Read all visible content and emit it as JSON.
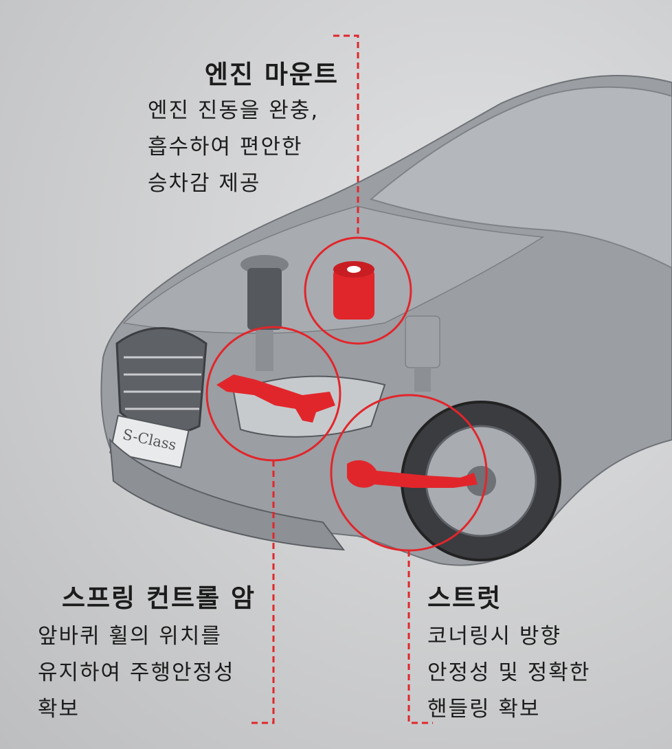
{
  "callouts": {
    "engine_mount": {
      "title": "엔진 마운트",
      "description": "엔진 진동을 완충,\n흡수하여 편안한\n승차감 제공"
    },
    "spring_control_arm": {
      "title": "스프링 컨트롤 암",
      "description": "앞바퀴 휠의 위치를\n유지하여 주행안정성\n확보"
    },
    "strut": {
      "title": "스트럿",
      "description": "코너링시 방향\n안정성 및 정확한\n핸들링 확보"
    }
  },
  "car": {
    "plate_text": "S-Class"
  },
  "colors": {
    "accent_red": "#e1262b",
    "background": "#cfd0d2"
  }
}
